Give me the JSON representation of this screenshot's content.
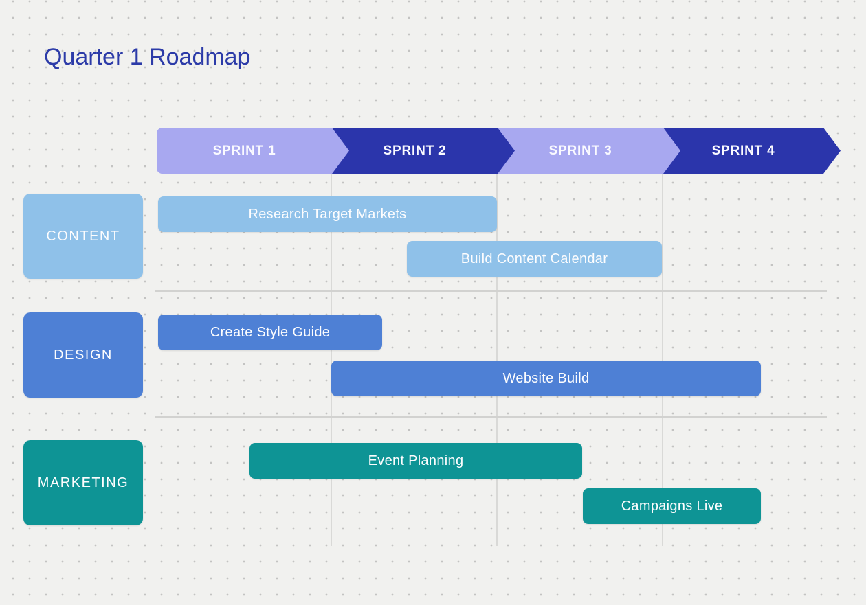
{
  "title": "Quarter 1 Roadmap",
  "colors": {
    "background": "#f1f1ef",
    "dot_grid": "#c3c3c2",
    "title_text": "#2c3ba8",
    "sprint_light_purple": "#a8a8f0",
    "sprint_dark_blue": "#2b35ab",
    "content_light_blue": "#8fc1e9",
    "design_medium_blue": "#4e80d5",
    "marketing_teal": "#0e9495",
    "bar_text": "#fdfdfe",
    "gridline": "#d9d9d7"
  },
  "timeline": {
    "sprints": [
      {
        "label": "SPRINT 1",
        "tone": "light-purple"
      },
      {
        "label": "SPRINT 2",
        "tone": "dark-blue"
      },
      {
        "label": "SPRINT 3",
        "tone": "light-purple"
      },
      {
        "label": "SPRINT 4",
        "tone": "dark-blue"
      }
    ]
  },
  "rows": [
    {
      "label": "CONTENT",
      "color": "#8fc1e9",
      "bars": [
        {
          "label": "Research Target Markets",
          "span_sprints": "start of Sprint 1 to end of Sprint 2"
        },
        {
          "label": "Build Content Calendar",
          "span_sprints": "mid Sprint 2 to end of Sprint 3"
        }
      ]
    },
    {
      "label": "DESIGN",
      "color": "#4e80d5",
      "bars": [
        {
          "label": "Create Style Guide",
          "span_sprints": "start of Sprint 1 to early Sprint 2"
        },
        {
          "label": "Website Build",
          "span_sprints": "start of Sprint 2 to mid Sprint 4"
        }
      ]
    },
    {
      "label": "MARKETING",
      "color": "#0e9495",
      "bars": [
        {
          "label": "Event Planning",
          "span_sprints": "mid Sprint 1 to mid Sprint 3"
        },
        {
          "label": "Campaigns Live",
          "span_sprints": "mid Sprint 3 to mid Sprint 4"
        }
      ]
    }
  ]
}
